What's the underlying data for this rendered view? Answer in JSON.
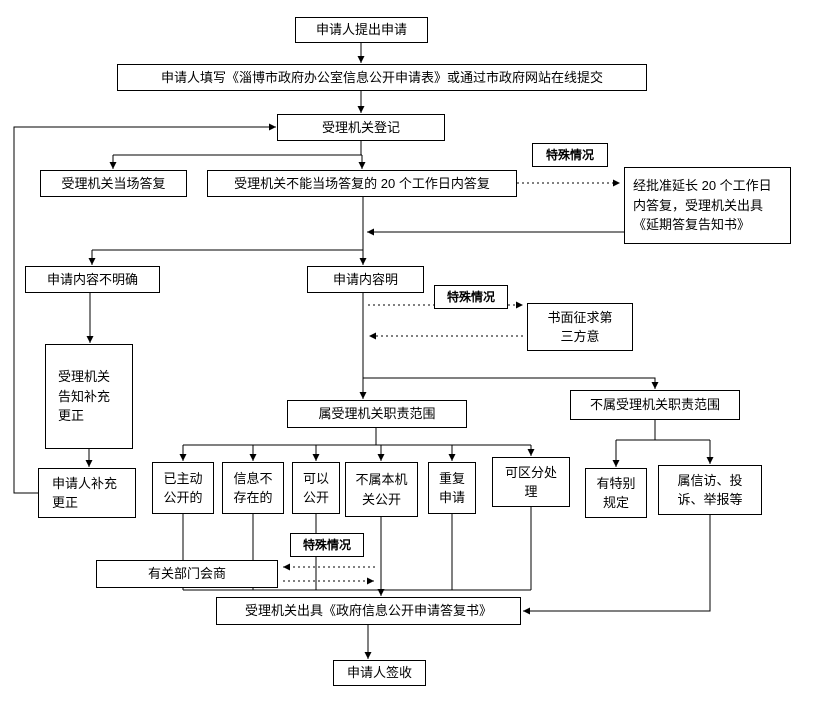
{
  "colors": {
    "line": "#000000",
    "box_border": "#000000",
    "box_background": "#ffffff",
    "text": "#000000"
  },
  "flowchart": {
    "nodes": {
      "submit": {
        "label": "申请人提出申请"
      },
      "fill_form": {
        "label": "申请人填写《淄博市政府办公室信息公开申请表》或通过市政府网站在线提交"
      },
      "register": {
        "label": "受理机关登记"
      },
      "onspot_reply": {
        "label": "受理机关当场答复"
      },
      "reply_20days": {
        "label": "受理机关不能当场答复的 20 个工作日内答复"
      },
      "special_case_1": {
        "label": "特殊情况"
      },
      "extension": {
        "label": "经批准延长 20 个工作日内答复，受理机关出具《延期答复告知书》"
      },
      "content_unclear": {
        "label": "申请内容不明确"
      },
      "content_clear": {
        "label": "申请内容明"
      },
      "special_case_2": {
        "label": "特殊情况"
      },
      "third_party": {
        "label": "书面征求第三方意"
      },
      "notify_supplement": {
        "label": "受理机关告知补充更正"
      },
      "in_scope": {
        "label": "属受理机关职责范围"
      },
      "out_of_scope": {
        "label": "不属受理机关职责范围"
      },
      "applicant_supplement": {
        "label": "申请人补充更正"
      },
      "already_public": {
        "label": "已主动公开的"
      },
      "not_exist": {
        "label": "信息不存在的"
      },
      "can_public": {
        "label": "可以公开"
      },
      "not_this_org": {
        "label": "不属本机关公开"
      },
      "repeated": {
        "label": "重复申请"
      },
      "partial": {
        "label": "可区分处理"
      },
      "special_rule": {
        "label": "有特别规定"
      },
      "petition": {
        "label": "属信访、投诉、举报等"
      },
      "special_case_3": {
        "label": "特殊情况"
      },
      "consult": {
        "label": "有关部门会商"
      },
      "reply_doc": {
        "label": "受理机关出具《政府信息公开申请答复书》"
      },
      "sign": {
        "label": "申请人签收"
      }
    }
  }
}
